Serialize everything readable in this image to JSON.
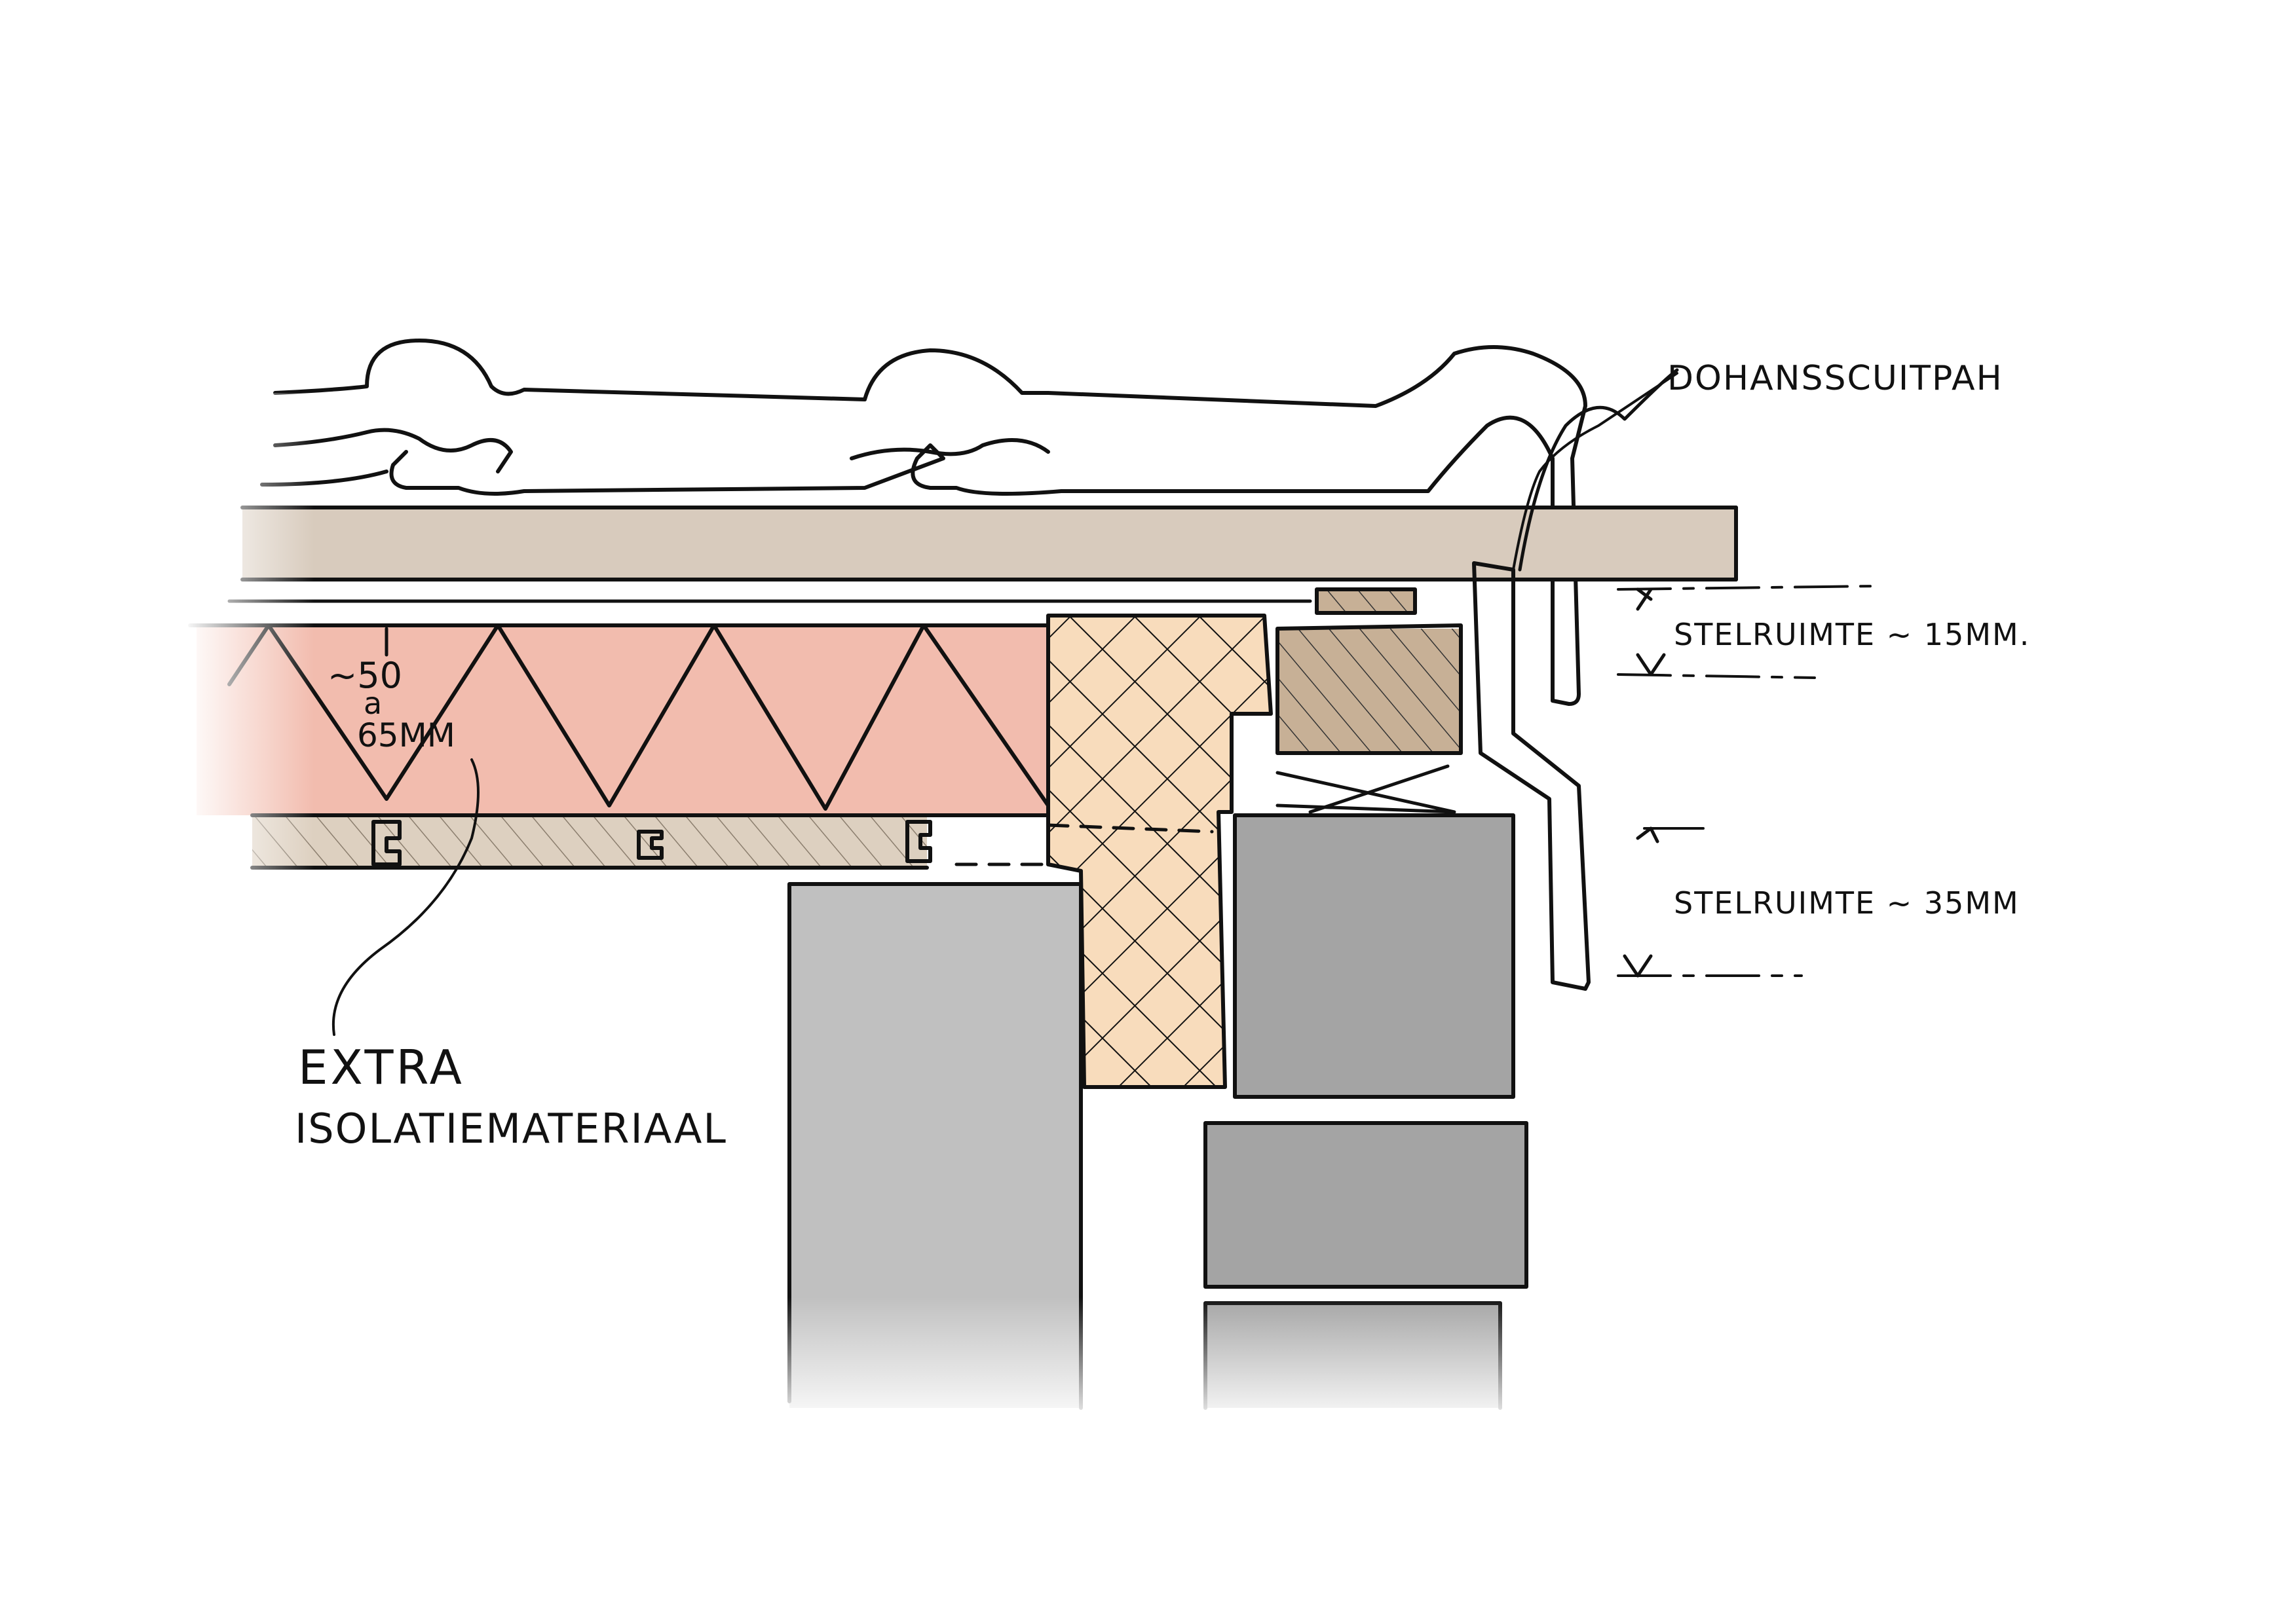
{
  "labels": {
    "gutter": "DOHANSSCUITPAH",
    "adjust_top": "STELRUIMTE ~ 15MM.",
    "adjust_bottom": "STELRUIMTE ~ 35MM",
    "insulation_line1": "~50",
    "insulation_line2": "a",
    "insulation_line3": "65MM",
    "extra_line1": "EXTRA",
    "extra_line2": "ISOLATIEMATERIAAL"
  },
  "colors": {
    "tile": "#616161",
    "board": "#d8cbbd",
    "insulation": "#f2bcae",
    "timber": "#c7b096",
    "wall_insulation": "#f8dcbc",
    "brick_light": "#c0c0c0",
    "brick_dark": "#a4a4a4",
    "ink": "#111111"
  }
}
